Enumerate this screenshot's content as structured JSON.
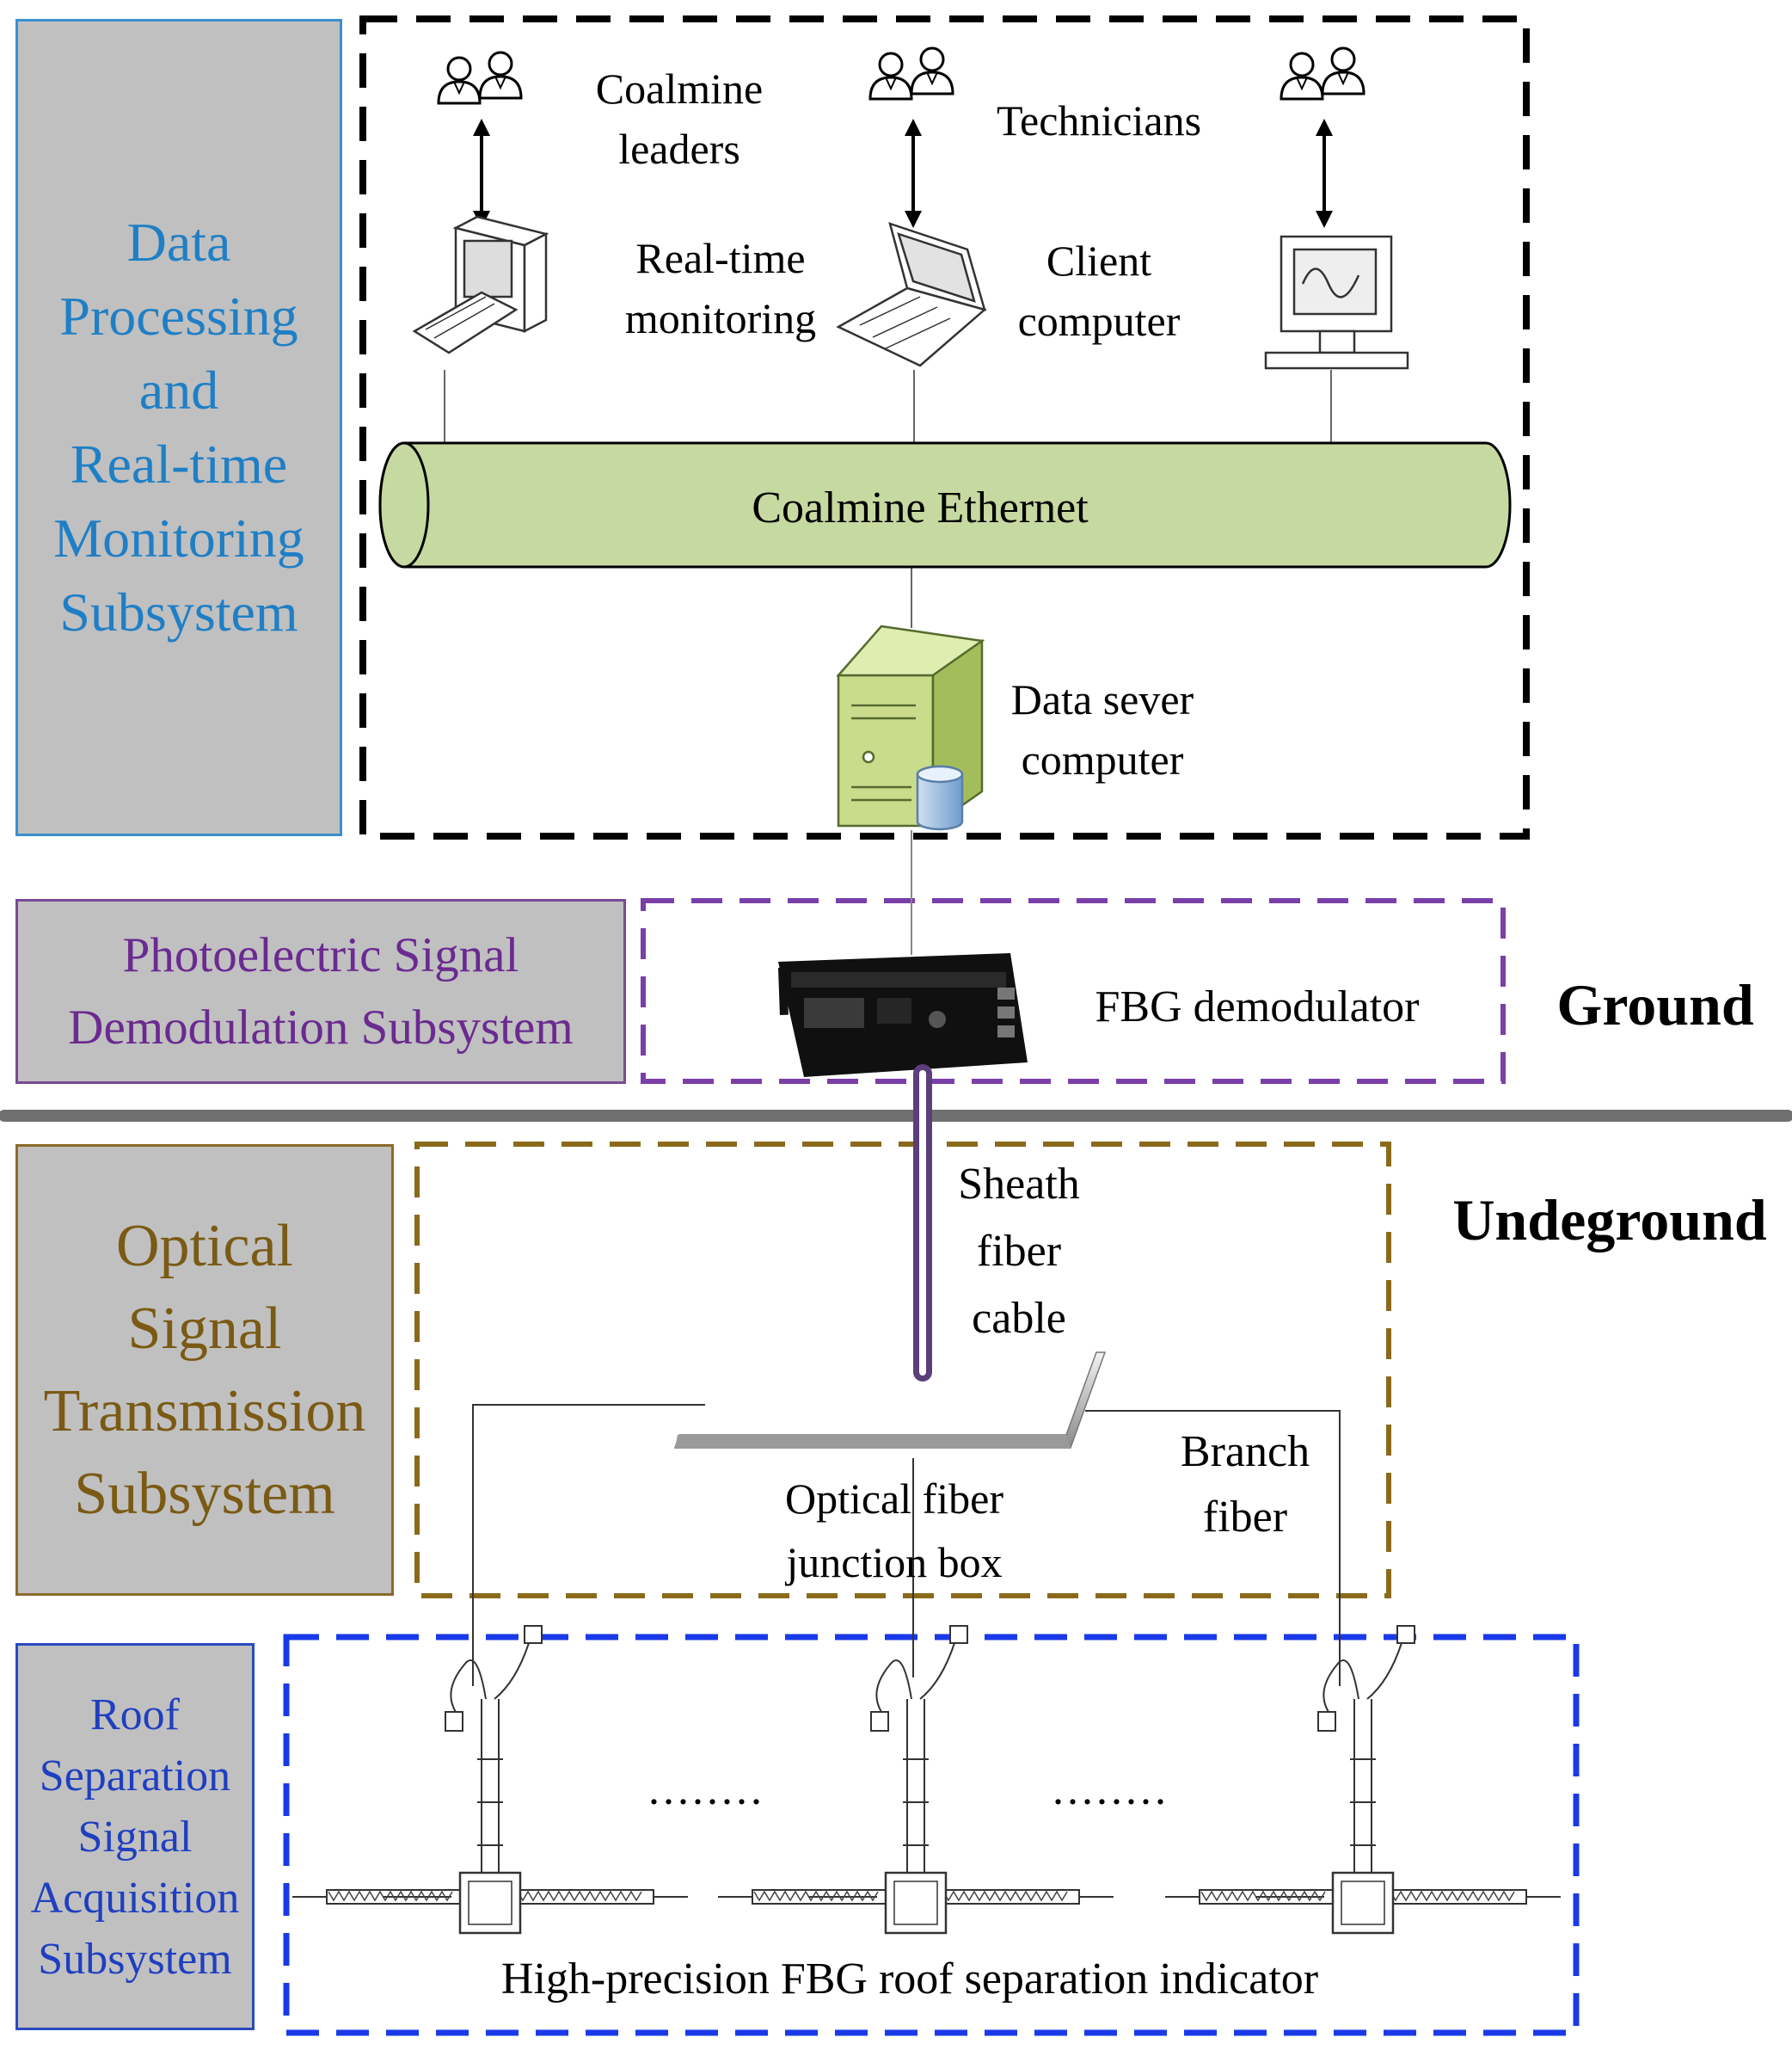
{
  "subsystems": {
    "data_processing": [
      "Data",
      "Processing",
      "and",
      "Real-time",
      "Monitoring",
      "Subsystem"
    ],
    "photoelectric": [
      "Photoelectric Signal",
      "Demodulation Subsystem"
    ],
    "optical": [
      "Optical",
      "Signal",
      "Transmission",
      "Subsystem"
    ],
    "roof": [
      "Roof",
      "Separation",
      "Signal",
      "Acquisition",
      "Subsystem"
    ]
  },
  "nodes": {
    "leaders": [
      "Coalmine",
      "leaders"
    ],
    "technicians": "Technicians",
    "realtime": [
      "Real-time",
      "monitoring"
    ],
    "client": [
      "Client",
      "computer"
    ],
    "ethernet": "Coalmine Ethernet",
    "server": [
      "Data sever",
      "computer"
    ],
    "demodulator": "FBG demodulator",
    "sheath": [
      "Sheath",
      "fiber",
      "cable"
    ],
    "junction": [
      "Optical fiber",
      "junction box"
    ],
    "branch": [
      "Branch",
      "fiber"
    ],
    "dots": [
      "........",
      "........"
    ],
    "indicator": "High-precision FBG roof separation indicator"
  },
  "zones": {
    "ground": "Ground",
    "underground": "Undeground"
  },
  "colors": {
    "black_box": "#000000",
    "purple_box": "#7a3fa8",
    "brown_box": "#8a6a1a",
    "blue_box": "#1a3ae8",
    "ethernet_fill": "#c6d9a0",
    "server_fill": "#c8dc8c",
    "cable": "#5a3f7a"
  },
  "icons": [
    "users-icon",
    "desktop-computer-icon",
    "laptop-icon",
    "monitor-icon",
    "server-icon",
    "demodulator-device-icon",
    "fbg-sensor-icon"
  ]
}
